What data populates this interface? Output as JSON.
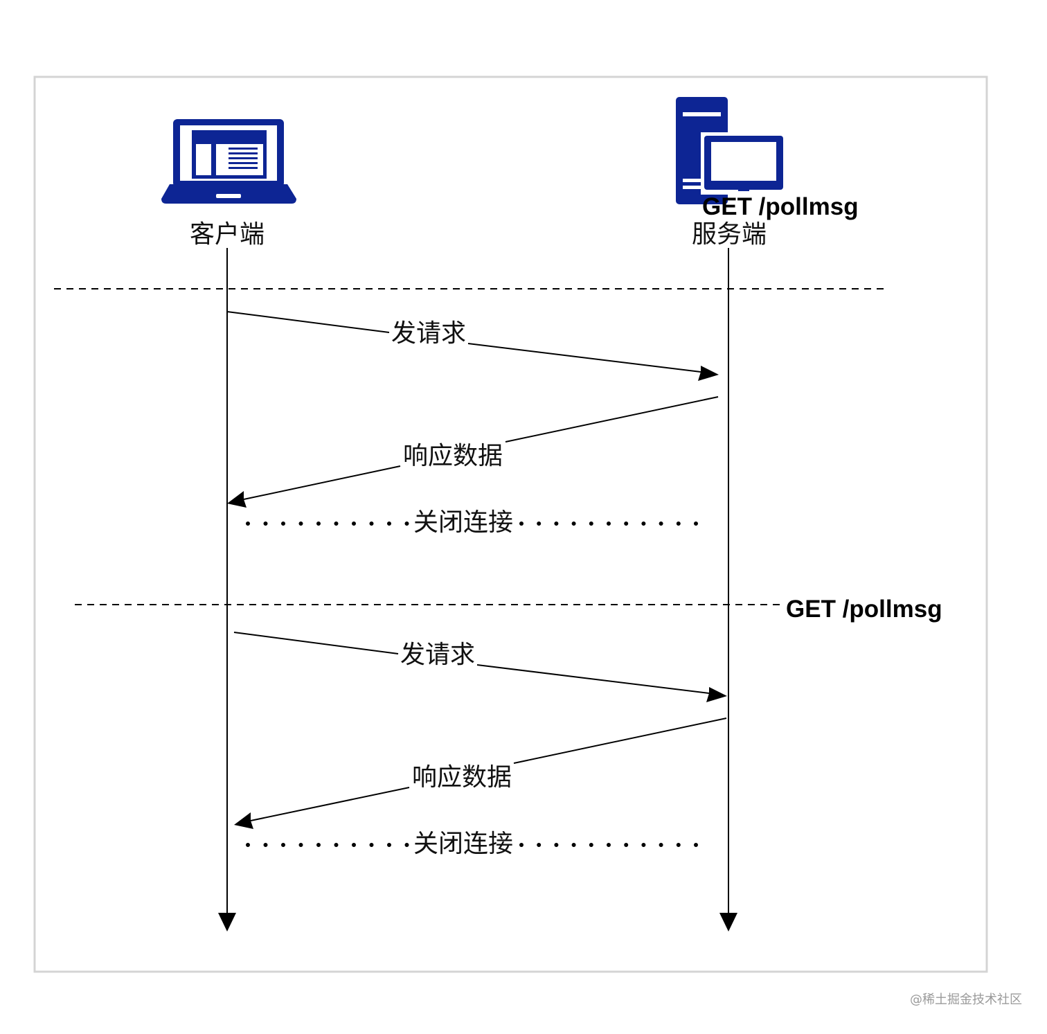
{
  "actors": {
    "client": {
      "label": "客户端"
    },
    "server": {
      "label": "服务端"
    }
  },
  "rounds": [
    {
      "get_label": "GET /pollmsg",
      "request_label": "发请求",
      "response_label": "响应数据",
      "close_label": "关闭连接"
    },
    {
      "get_label": "GET /pollmsg",
      "request_label": "发请求",
      "response_label": "响应数据",
      "close_label": "关闭连接"
    }
  ],
  "watermark": "@稀土掘金技术社区",
  "colors": {
    "icon": "#0d2594",
    "line": "#000000",
    "frame": "#d4d4d4"
  },
  "icons": {
    "client": "laptop-icon",
    "server": "server-desktop-icon"
  }
}
